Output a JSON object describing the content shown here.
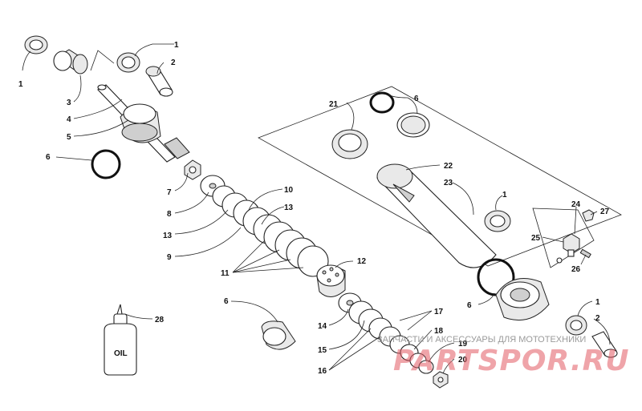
{
  "callouts": [
    "1",
    "2",
    "3",
    "4",
    "5",
    "6",
    "7",
    "8",
    "9",
    "10",
    "11",
    "12",
    "13",
    "14",
    "15",
    "16",
    "17",
    "18",
    "19",
    "20",
    "21",
    "22",
    "23",
    "24",
    "25",
    "26",
    "27",
    "28"
  ],
  "bottle_label": "OIL",
  "watermark": {
    "text": "ЗАПЧАСТИ И АКСЕССУАРЫ ДЛЯ МОТОТЕХНИКИ",
    "logo": "PARTSPOR.RU"
  },
  "colors": {
    "line": "#222222",
    "watermark": "#e25a64"
  }
}
